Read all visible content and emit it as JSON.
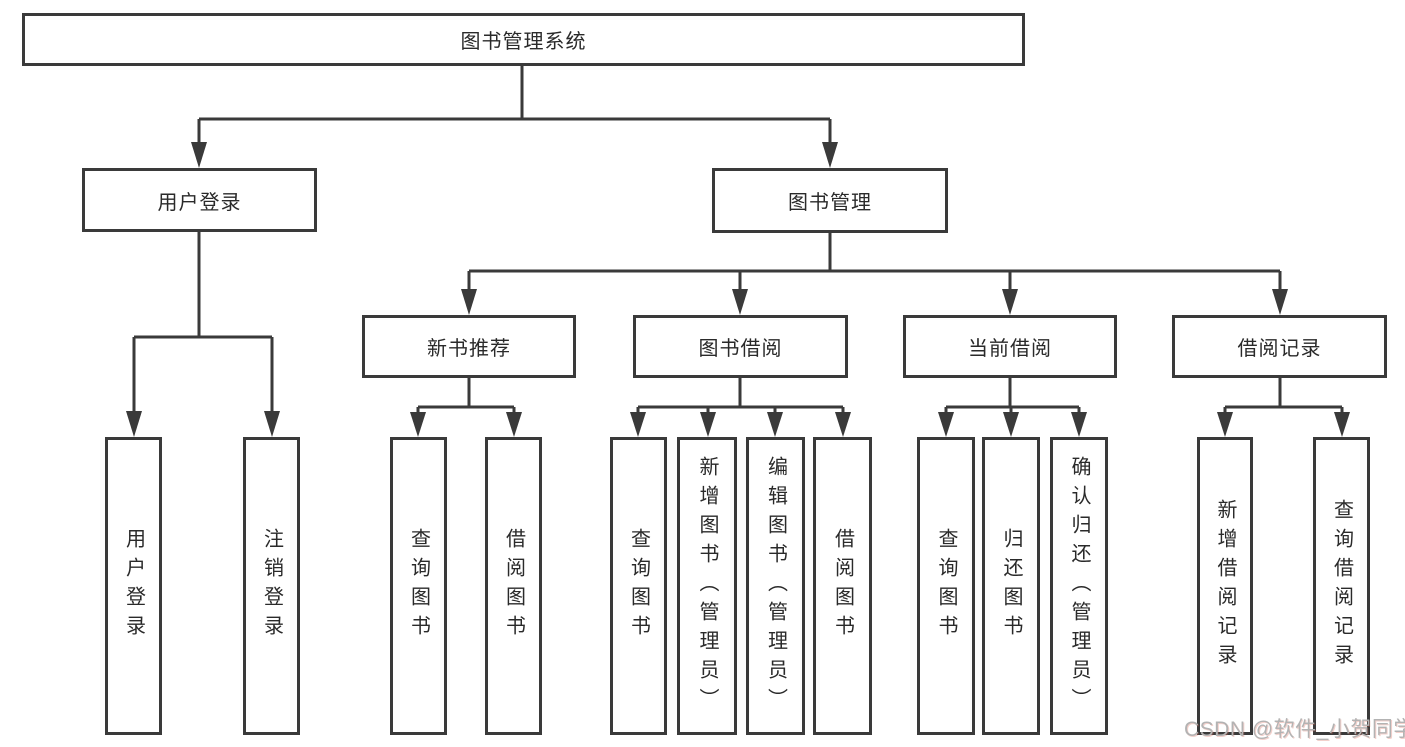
{
  "diagram": {
    "title": "图书管理系统",
    "nodes": {
      "root": "图书管理系统",
      "l2": [
        "用户登录",
        "图书管理"
      ],
      "l3": [
        "新书推荐",
        "图书借阅",
        "当前借阅",
        "借阅记录"
      ],
      "l4": [
        "用户登录",
        "注销登录",
        "查询图书",
        "借阅图书",
        "查询图书",
        "新增图书（管理员）",
        "编辑图书（管理员）",
        "借阅图书",
        "查询图书",
        "归还图书",
        "确认归还（管理员）",
        "新增借阅记录",
        "查询借阅记录"
      ]
    },
    "hierarchy": {
      "图书管理系统": {
        "用户登录": [
          "用户登录",
          "注销登录"
        ],
        "图书管理": {
          "新书推荐": [
            "查询图书",
            "借阅图书"
          ],
          "图书借阅": [
            "查询图书",
            "新增图书（管理员）",
            "编辑图书（管理员）",
            "借阅图书"
          ],
          "当前借阅": [
            "查询图书",
            "归还图书",
            "确认归还（管理员）"
          ],
          "借阅记录": [
            "新增借阅记录",
            "查询借阅记录"
          ]
        }
      }
    },
    "colors": {
      "line": "#3a3a3a",
      "text": "#2a2a2a",
      "box_fill": "#ffffff",
      "background": "#ffffff",
      "watermark_gray": "#b3b3b3"
    }
  },
  "watermark": {
    "text": "CSDN @软件_小贺同学"
  }
}
